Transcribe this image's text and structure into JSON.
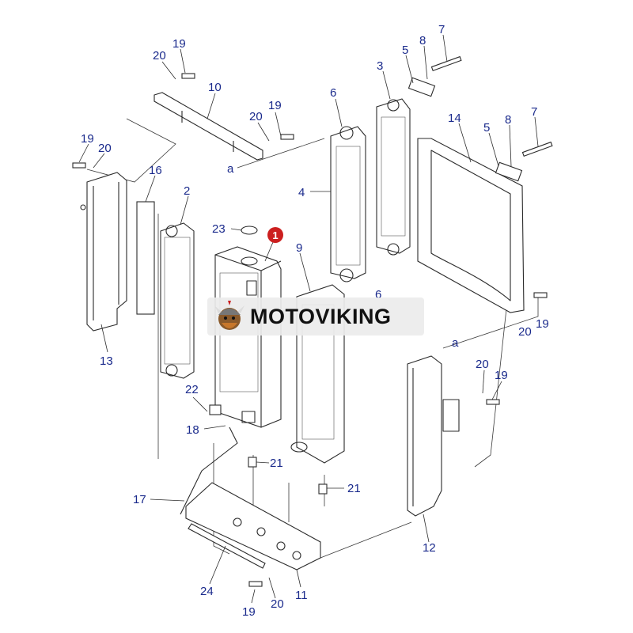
{
  "watermark": {
    "text": "MOTOVIKING",
    "logo_icon": "viking-helmet-icon"
  },
  "highlight": {
    "label": "1",
    "color": "#cc1f1f"
  },
  "callout_color": "#1a2a8c",
  "callouts": [
    "19",
    "20",
    "10",
    "19",
    "20",
    "7",
    "8",
    "5",
    "3",
    "7",
    "8",
    "5",
    "14",
    "6",
    "19",
    "20",
    "16",
    "2",
    "13",
    "4",
    "23",
    "9",
    "6",
    "20",
    "19",
    "a",
    "a",
    "20",
    "19",
    "22",
    "18",
    "21",
    "21",
    "17",
    "12",
    "24",
    "11",
    "19",
    "20"
  ]
}
